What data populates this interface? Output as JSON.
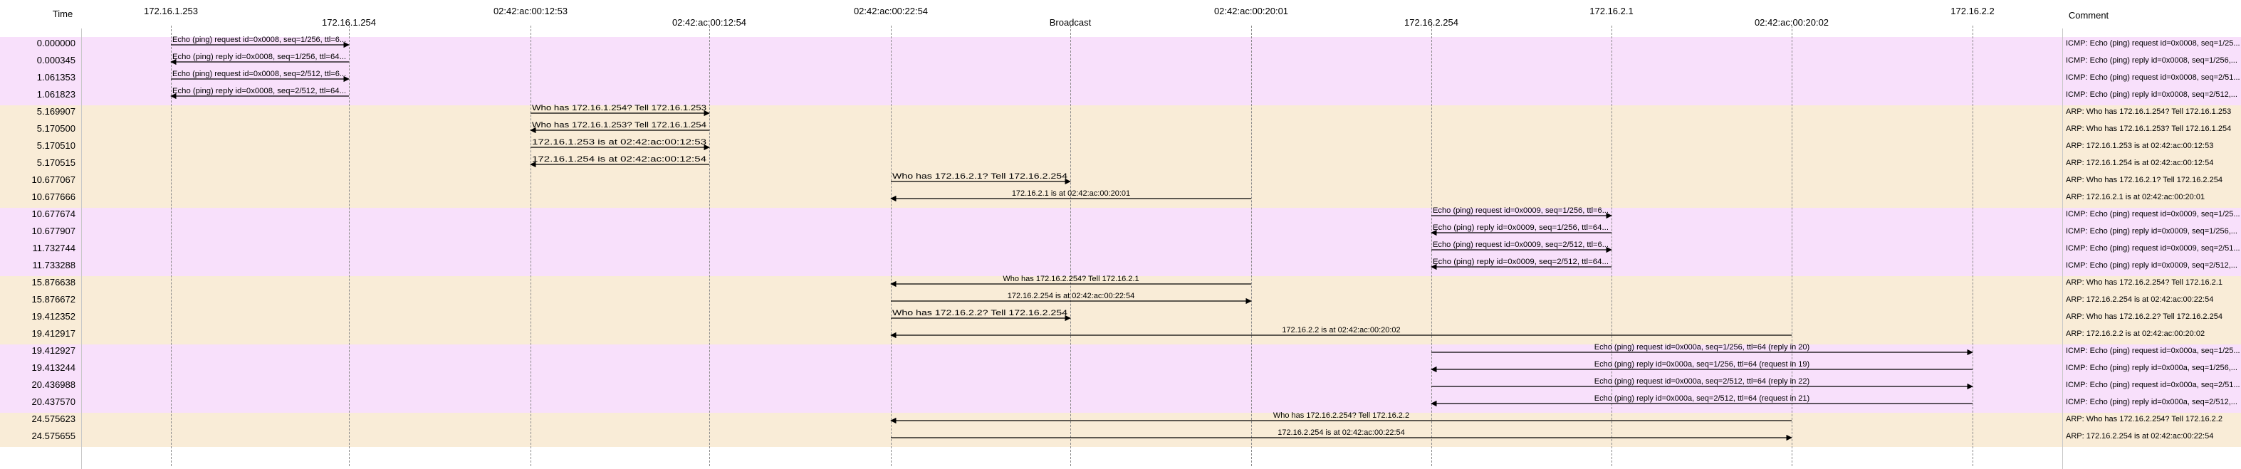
{
  "window_title": "Flow Graph",
  "headers": {
    "time": "Time",
    "comment": "Comment",
    "hosts": [
      "172.16.1.253",
      "172.16.1.254",
      "02:42:ac:00:12:53",
      "02:42:ac:00:12:54",
      "02:42:ac:00:22:54",
      "Broadcast",
      "02:42:ac:00:20:01",
      "172.16.2.254",
      "172.16.2.1",
      "02:42:ac:00:20:02",
      "172.16.2.2"
    ]
  },
  "colors": {
    "icmp_band": "#f8e0fb",
    "arp_band": "#f9ecd7",
    "lifeline": "#8a8a8a",
    "arrow": "#000000"
  },
  "groups": [
    {
      "type": "icmp",
      "rows": [
        0,
        3
      ]
    },
    {
      "type": "arp",
      "rows": [
        4,
        9
      ]
    },
    {
      "type": "icmp",
      "rows": [
        10,
        13
      ]
    },
    {
      "type": "arp",
      "rows": [
        14,
        17
      ]
    },
    {
      "type": "icmp",
      "rows": [
        18,
        21
      ]
    },
    {
      "type": "arp",
      "rows": [
        22,
        23
      ]
    }
  ],
  "rows": [
    {
      "time": "0.000000",
      "from": 0,
      "to": 1,
      "label": "Echo (ping) request  id=0x0008, seq=1/256, ttl=6...",
      "comment": "ICMP: Echo (ping) request  id=0x0008, seq=1/25..."
    },
    {
      "time": "0.000345",
      "from": 1,
      "to": 0,
      "label": "Echo (ping) reply    id=0x0008, seq=1/256, ttl=64...",
      "comment": "ICMP: Echo (ping) reply    id=0x0008, seq=1/256,..."
    },
    {
      "time": "1.061353",
      "from": 0,
      "to": 1,
      "label": "Echo (ping) request  id=0x0008, seq=2/512, ttl=6...",
      "comment": "ICMP: Echo (ping) request  id=0x0008, seq=2/51..."
    },
    {
      "time": "1.061823",
      "from": 1,
      "to": 0,
      "label": "Echo (ping) reply    id=0x0008, seq=2/512, ttl=64...",
      "comment": "ICMP: Echo (ping) reply    id=0x0008, seq=2/512,..."
    },
    {
      "time": "5.169907",
      "from": 2,
      "to": 3,
      "label": "Who has 172.16.1.254? Tell 172.16.1.253",
      "comment": "ARP: Who has 172.16.1.254? Tell 172.16.1.253"
    },
    {
      "time": "5.170500",
      "from": 3,
      "to": 2,
      "label": "Who has 172.16.1.253? Tell 172.16.1.254",
      "comment": "ARP: Who has 172.16.1.253? Tell 172.16.1.254"
    },
    {
      "time": "5.170510",
      "from": 2,
      "to": 3,
      "label": "172.16.1.253 is at 02:42:ac:00:12:53",
      "comment": "ARP: 172.16.1.253 is at 02:42:ac:00:12:53"
    },
    {
      "time": "5.170515",
      "from": 3,
      "to": 2,
      "label": "172.16.1.254 is at 02:42:ac:00:12:54",
      "comment": "ARP: 172.16.1.254 is at 02:42:ac:00:12:54"
    },
    {
      "time": "10.677067",
      "from": 4,
      "to": 5,
      "label": "Who has 172.16.2.1? Tell 172.16.2.254",
      "comment": "ARP: Who has 172.16.2.1? Tell 172.16.2.254"
    },
    {
      "time": "10.677666",
      "from": 6,
      "to": 4,
      "label": "172.16.2.1 is at 02:42:ac:00:20:01",
      "comment": "ARP: 172.16.2.1 is at 02:42:ac:00:20:01"
    },
    {
      "time": "10.677674",
      "from": 7,
      "to": 8,
      "label": "Echo (ping) request  id=0x0009, seq=1/256, ttl=6...",
      "comment": "ICMP: Echo (ping) request  id=0x0009, seq=1/25..."
    },
    {
      "time": "10.677907",
      "from": 8,
      "to": 7,
      "label": "Echo (ping) reply    id=0x0009, seq=1/256, ttl=64...",
      "comment": "ICMP: Echo (ping) reply    id=0x0009, seq=1/256,..."
    },
    {
      "time": "11.732744",
      "from": 7,
      "to": 8,
      "label": "Echo (ping) request  id=0x0009, seq=2/512, ttl=6...",
      "comment": "ICMP: Echo (ping) request  id=0x0009, seq=2/51..."
    },
    {
      "time": "11.733288",
      "from": 8,
      "to": 7,
      "label": "Echo (ping) reply    id=0x0009, seq=2/512, ttl=64...",
      "comment": "ICMP: Echo (ping) reply    id=0x0009, seq=2/512,..."
    },
    {
      "time": "15.876638",
      "from": 6,
      "to": 4,
      "label": "Who has 172.16.2.254? Tell 172.16.2.1",
      "comment": "ARP: Who has 172.16.2.254? Tell 172.16.2.1"
    },
    {
      "time": "15.876672",
      "from": 4,
      "to": 6,
      "label": "172.16.2.254 is at 02:42:ac:00:22:54",
      "comment": "ARP: 172.16.2.254 is at 02:42:ac:00:22:54"
    },
    {
      "time": "19.412352",
      "from": 4,
      "to": 5,
      "label": "Who has 172.16.2.2? Tell 172.16.2.254",
      "comment": "ARP: Who has 172.16.2.2? Tell 172.16.2.254"
    },
    {
      "time": "19.412917",
      "from": 9,
      "to": 4,
      "label": "172.16.2.2 is at 02:42:ac:00:20:02",
      "comment": "ARP: 172.16.2.2 is at 02:42:ac:00:20:02"
    },
    {
      "time": "19.412927",
      "from": 7,
      "to": 10,
      "label": "Echo (ping) request  id=0x000a, seq=1/256, ttl=64 (reply in 20)",
      "comment": "ICMP: Echo (ping) request  id=0x000a, seq=1/25..."
    },
    {
      "time": "19.413244",
      "from": 10,
      "to": 7,
      "label": "Echo (ping) reply    id=0x000a, seq=1/256, ttl=64 (request in 19)",
      "comment": "ICMP: Echo (ping) reply    id=0x000a, seq=1/256,..."
    },
    {
      "time": "20.436988",
      "from": 7,
      "to": 10,
      "label": "Echo (ping) request  id=0x000a, seq=2/512, ttl=64 (reply in 22)",
      "comment": "ICMP: Echo (ping) request  id=0x000a, seq=2/51..."
    },
    {
      "time": "20.437570",
      "from": 10,
      "to": 7,
      "label": "Echo (ping) reply    id=0x000a, seq=2/512, ttl=64 (request in 21)",
      "comment": "ICMP: Echo (ping) reply    id=0x000a, seq=2/512,..."
    },
    {
      "time": "24.575623",
      "from": 9,
      "to": 4,
      "label": "Who has 172.16.2.254? Tell 172.16.2.2",
      "comment": "ARP: Who has 172.16.2.254? Tell 172.16.2.2"
    },
    {
      "time": "24.575655",
      "from": 4,
      "to": 9,
      "label": "172.16.2.254 is at 02:42:ac:00:22:54",
      "comment": "ARP: 172.16.2.254 is at 02:42:ac:00:22:54"
    }
  ]
}
